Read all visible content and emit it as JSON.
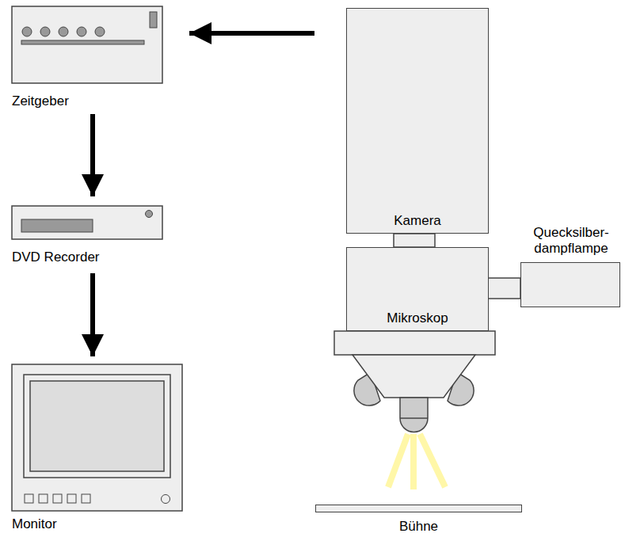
{
  "diagram": {
    "nodes": [
      {
        "text": [
          "Zeitgeber"
        ]
      },
      {
        "text": [
          "DVD Recorder"
        ]
      },
      {
        "text": [
          "Monitor"
        ]
      },
      {
        "text": [
          "Kamera"
        ]
      },
      {
        "text": [
          "Mikroskop"
        ]
      },
      {
        "text": [
          "Quecksilber- dampflampe"
        ]
      },
      {
        "text": [
          "Bühne"
        ]
      }
    ],
    "edges": [
      {
        "from": 3,
        "to": 0,
        "arrow": "to"
      },
      {
        "from": 0,
        "to": 1,
        "arrow": "to"
      },
      {
        "from": 1,
        "to": 2,
        "arrow": "to"
      }
    ]
  }
}
